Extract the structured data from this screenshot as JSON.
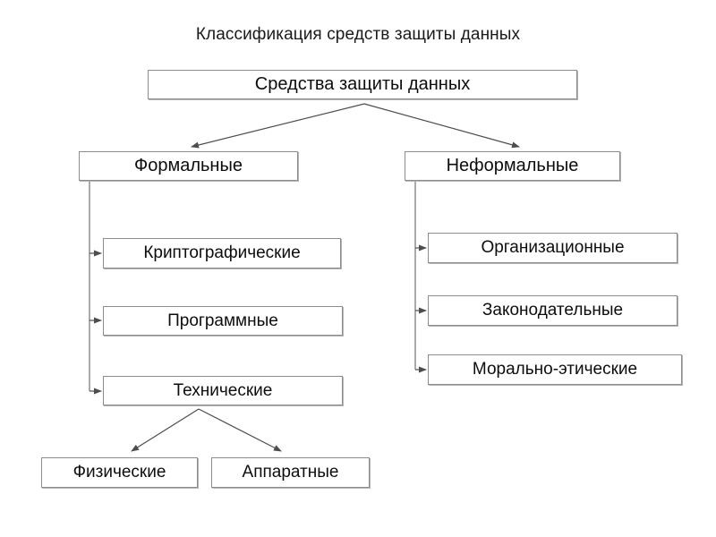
{
  "page": {
    "title": "Классификация средств защиты данных",
    "background_color": "#ffffff",
    "text_color": "#0d0d0d",
    "box_border_color": "#8c8c8c",
    "connector_color": "#4d4d4d"
  },
  "diagram": {
    "type": "tree",
    "orientation": "top-down",
    "root": {
      "id": "root",
      "label": "Средства защиты данных"
    },
    "level2": [
      {
        "id": "formal",
        "label": "Формальные"
      },
      {
        "id": "informal",
        "label": "Неформальные"
      }
    ],
    "formal_children": [
      {
        "id": "crypto",
        "label": "Криптографические"
      },
      {
        "id": "software",
        "label": "Программные"
      },
      {
        "id": "technical",
        "label": "Технические"
      }
    ],
    "technical_children": [
      {
        "id": "physical",
        "label": "Физические"
      },
      {
        "id": "hardware",
        "label": "Аппаратные"
      }
    ],
    "informal_children": [
      {
        "id": "organizational",
        "label": "Организационные"
      },
      {
        "id": "legislative",
        "label": "Законодательные"
      },
      {
        "id": "moral",
        "label": "Морально-этические"
      }
    ]
  }
}
